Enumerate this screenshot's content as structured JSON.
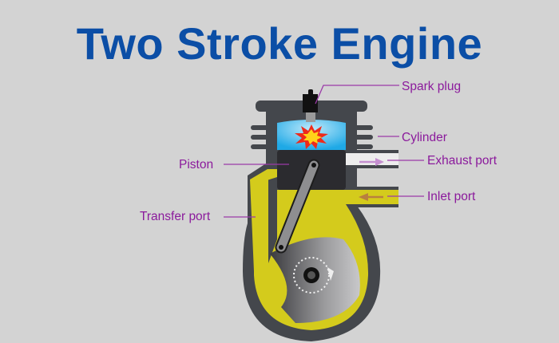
{
  "title": "Two Stroke Engine",
  "labels": {
    "spark_plug": "Spark plug",
    "cylinder": "Cylinder",
    "exhaust_port": "Exhaust port",
    "inlet_port": "Inlet port",
    "piston": "Piston",
    "transfer_port": "Transfer port"
  },
  "colors": {
    "title": "#0b4ea6",
    "label": "#8b1a9c",
    "fuel": "#d4cb1c",
    "body": "#44474c",
    "chamber": "#2fb4ea"
  }
}
